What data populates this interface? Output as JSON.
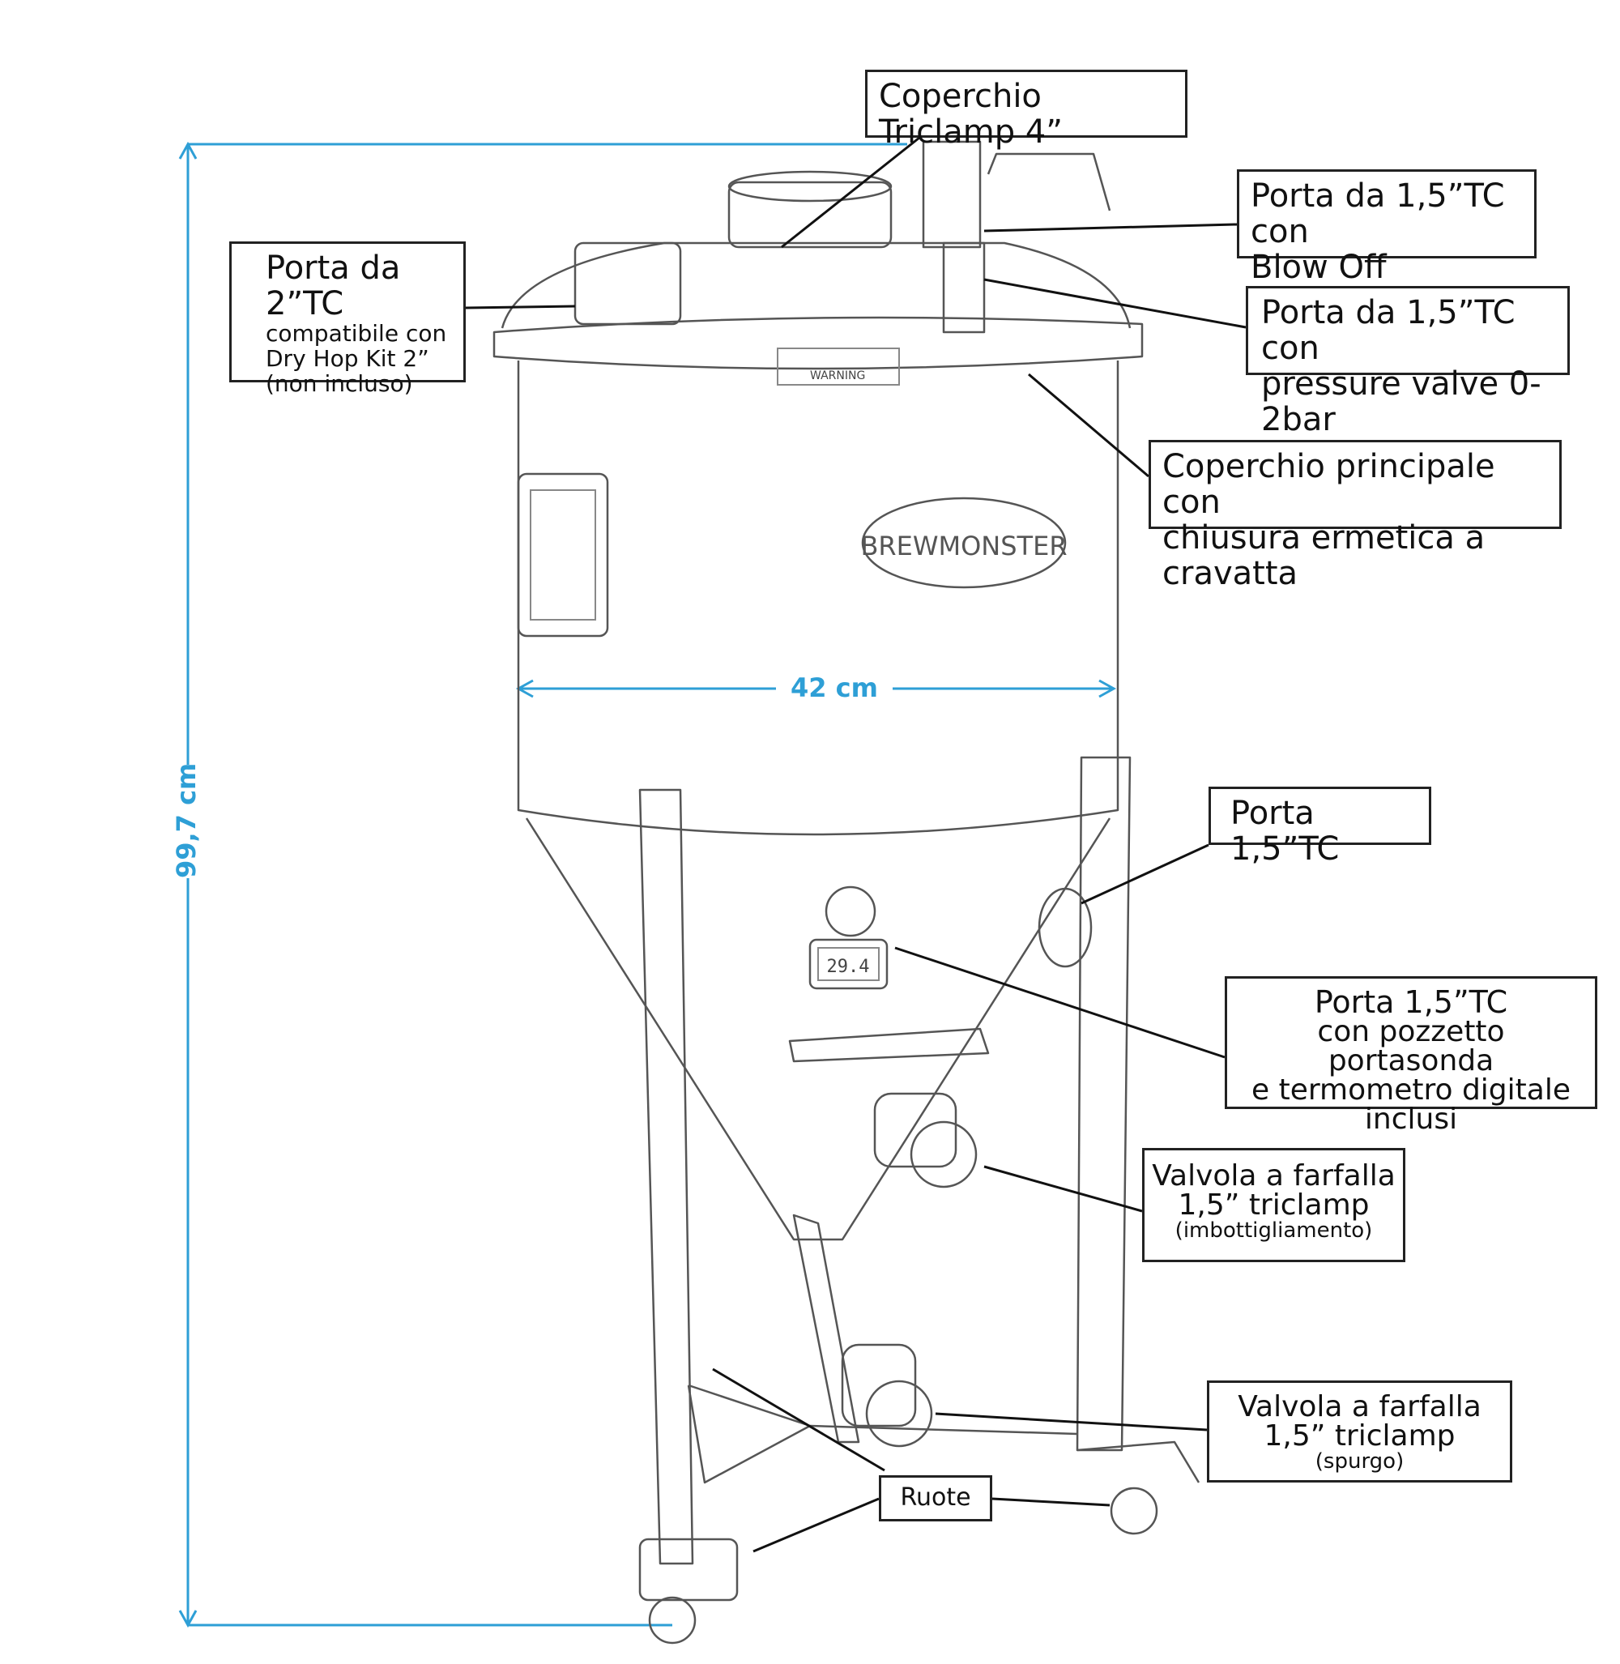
{
  "dimensions": {
    "height": "99,7 cm",
    "width": "42 cm",
    "color": "#2e9fd6"
  },
  "logo_text": "BREWMONSTER",
  "warning_text": "WARNING",
  "thermometer_reading": "29.4",
  "callouts": {
    "lid_triclamp": "Coperchio Triclamp 4”",
    "blowoff": {
      "line1": "Porta da 1,5”TC con",
      "line2": "Blow Off"
    },
    "port2": {
      "line1": "Porta da 2”TC",
      "line2": "compatibile con",
      "line3": "Dry Hop Kit 2”",
      "line4": "(non incluso)"
    },
    "pressure": {
      "line1": "Porta da 1,5”TC con",
      "line2": "pressure valve 0-2bar"
    },
    "main_lid": {
      "line1": "Coperchio principale con",
      "line2": "chiusura ermetica a cravatta"
    },
    "port15": "Porta 1,5”TC",
    "probe": {
      "line1": "Porta 1,5”TC",
      "line2": "con pozzetto portasonda",
      "line3": "e termometro digitale",
      "line4": "inclusi"
    },
    "valve_bottling": {
      "line1": "Valvola a farfalla",
      "line2": "1,5” triclamp",
      "line3": "(imbottigliamento)"
    },
    "valve_purge": {
      "line1": "Valvola a farfalla",
      "line2": "1,5” triclamp",
      "line3": "(spurgo)"
    },
    "wheels": "Ruote"
  }
}
